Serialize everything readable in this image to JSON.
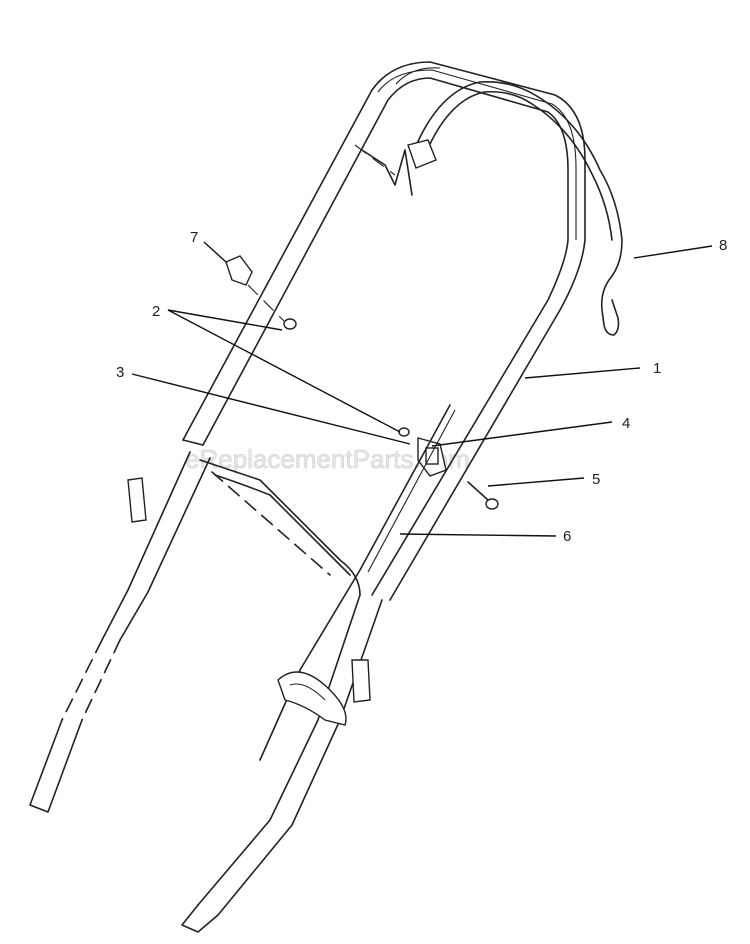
{
  "watermark": "eReplacementParts.com",
  "callouts": {
    "c1": "1",
    "c2": "2",
    "c3": "3",
    "c4": "4",
    "c5": "5",
    "c6": "6",
    "c7": "7",
    "c8": "8"
  },
  "colors": {
    "line": "#222222",
    "background": "#ffffff",
    "watermark": "#e6e6e6"
  }
}
